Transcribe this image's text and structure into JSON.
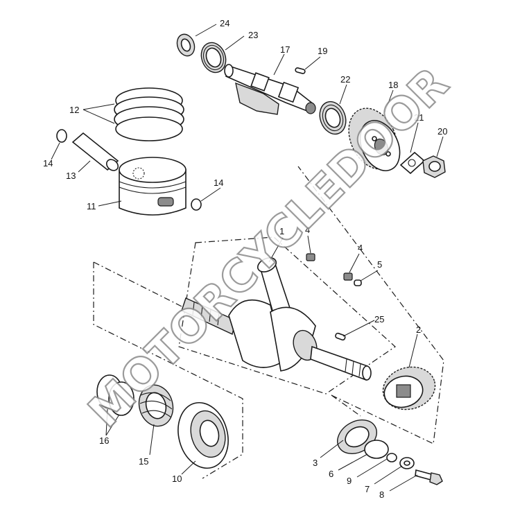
{
  "diagram": {
    "callouts": [
      {
        "id": "c1",
        "text": "1"
      },
      {
        "id": "c2",
        "text": "2"
      },
      {
        "id": "c3",
        "text": "3"
      },
      {
        "id": "c4a",
        "text": "4"
      },
      {
        "id": "c4b",
        "text": "4"
      },
      {
        "id": "c5",
        "text": "5"
      },
      {
        "id": "c6",
        "text": "6"
      },
      {
        "id": "c7",
        "text": "7"
      },
      {
        "id": "c8",
        "text": "8"
      },
      {
        "id": "c9",
        "text": "9"
      },
      {
        "id": "c10",
        "text": "10"
      },
      {
        "id": "c11",
        "text": "11"
      },
      {
        "id": "c12",
        "text": "12"
      },
      {
        "id": "c13",
        "text": "13"
      },
      {
        "id": "c14a",
        "text": "14"
      },
      {
        "id": "c14b",
        "text": "14"
      },
      {
        "id": "c15",
        "text": "15"
      },
      {
        "id": "c16",
        "text": "16"
      },
      {
        "id": "c17",
        "text": "17"
      },
      {
        "id": "c18",
        "text": "18"
      },
      {
        "id": "c19",
        "text": "19"
      },
      {
        "id": "c20",
        "text": "20"
      },
      {
        "id": "c21",
        "text": "21"
      },
      {
        "id": "c22",
        "text": "22"
      },
      {
        "id": "c23",
        "text": "23"
      },
      {
        "id": "c24",
        "text": "24"
      },
      {
        "id": "c25",
        "text": "25"
      }
    ]
  },
  "watermark": {
    "text": "MOTORCYCLEDOOR"
  },
  "colors": {
    "line": "#1a1a1a",
    "shade": "#d9d9d9",
    "watermark_outline": "#8a8a8a"
  }
}
